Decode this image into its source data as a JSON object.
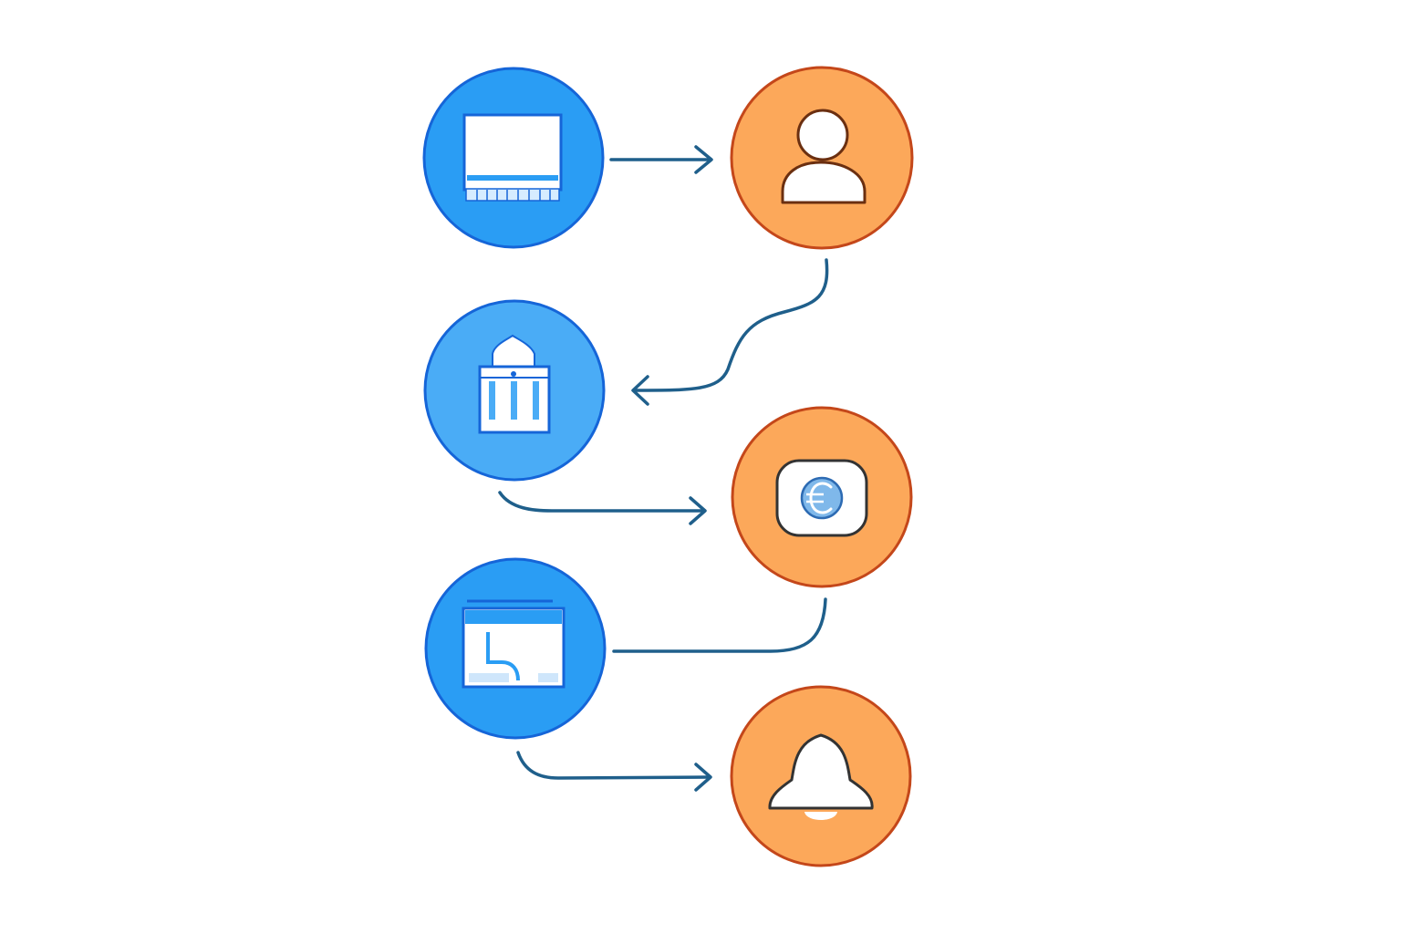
{
  "diagram": {
    "colors": {
      "blue_fill": "#2a9df4",
      "blue_light_fill": "#4aacf6",
      "blue_stroke": "#1565d8",
      "orange_fill": "#fca85a",
      "orange_stroke": "#c4471a",
      "connector": "#1f5f8b",
      "icon_light": "#ffffff",
      "icon_line": "#1565d8"
    },
    "nodes": [
      {
        "id": "computer",
        "color": "blue",
        "icon": "monitor-icon"
      },
      {
        "id": "user",
        "color": "orange",
        "icon": "user-icon"
      },
      {
        "id": "bank",
        "color": "blue-light",
        "icon": "bank-icon"
      },
      {
        "id": "payment",
        "color": "orange",
        "icon": "euro-banknote-icon"
      },
      {
        "id": "browser",
        "color": "blue",
        "icon": "browser-window-icon"
      },
      {
        "id": "notification",
        "color": "orange",
        "icon": "bell-icon"
      }
    ],
    "edges": [
      {
        "from": "computer",
        "to": "user",
        "arrow": true
      },
      {
        "from": "user",
        "to": "bank",
        "arrow": true
      },
      {
        "from": "bank",
        "to": "payment",
        "arrow": true
      },
      {
        "from": "payment",
        "to": "browser",
        "arrow": false
      },
      {
        "from": "browser",
        "to": "notification",
        "arrow": true
      }
    ]
  }
}
